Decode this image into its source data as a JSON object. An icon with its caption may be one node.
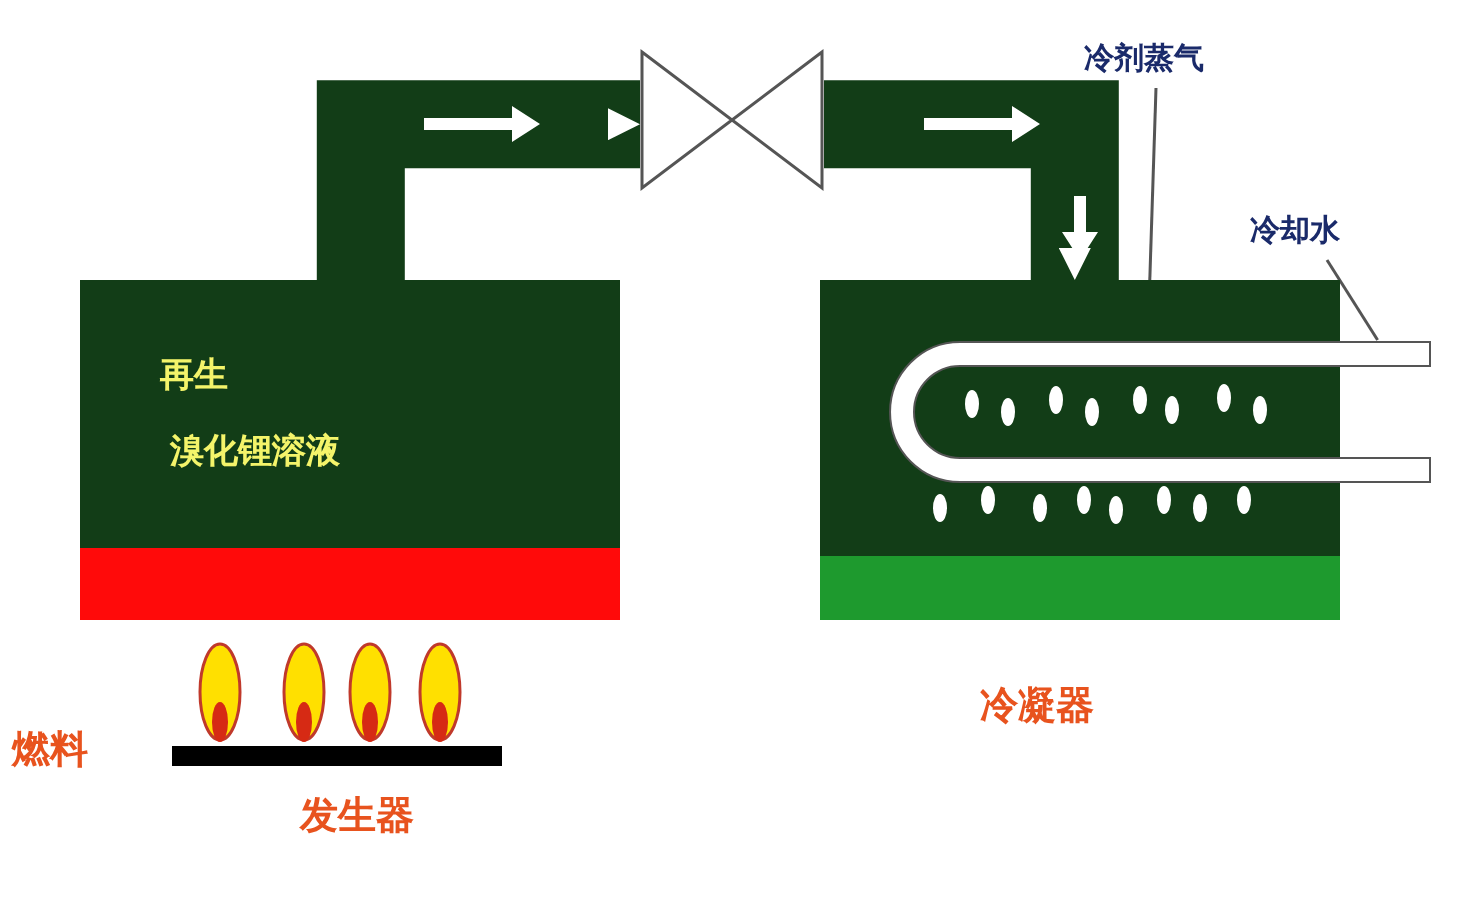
{
  "diagram": {
    "nodes": [
      {
        "text": [
          "再生",
          "溴化锂溶液"
        ]
      },
      {
        "text": [],
        "shape": "valve"
      },
      {
        "text": [],
        "shape": "box"
      },
      {
        "text": [
          "冷剂蒸气"
        ]
      },
      {
        "text": [],
        "shape": "picture",
        "in": 2
      },
      {
        "text": [
          "冷却水"
        ]
      },
      {
        "text": [],
        "shape": "tube"
      }
    ],
    "edges": [
      {
        "from": 0,
        "to": 1,
        "arrow": "to",
        "style": "thick"
      },
      {
        "from": 1,
        "to": 2,
        "arrow": "to",
        "style": "thick"
      },
      {
        "from": 3,
        "to": 4,
        "arrow": "none"
      },
      {
        "from": 5,
        "to": 6,
        "arrow": "none"
      }
    ],
    "labels": [
      "燃料",
      "发生器",
      "冷凝器"
    ]
  }
}
